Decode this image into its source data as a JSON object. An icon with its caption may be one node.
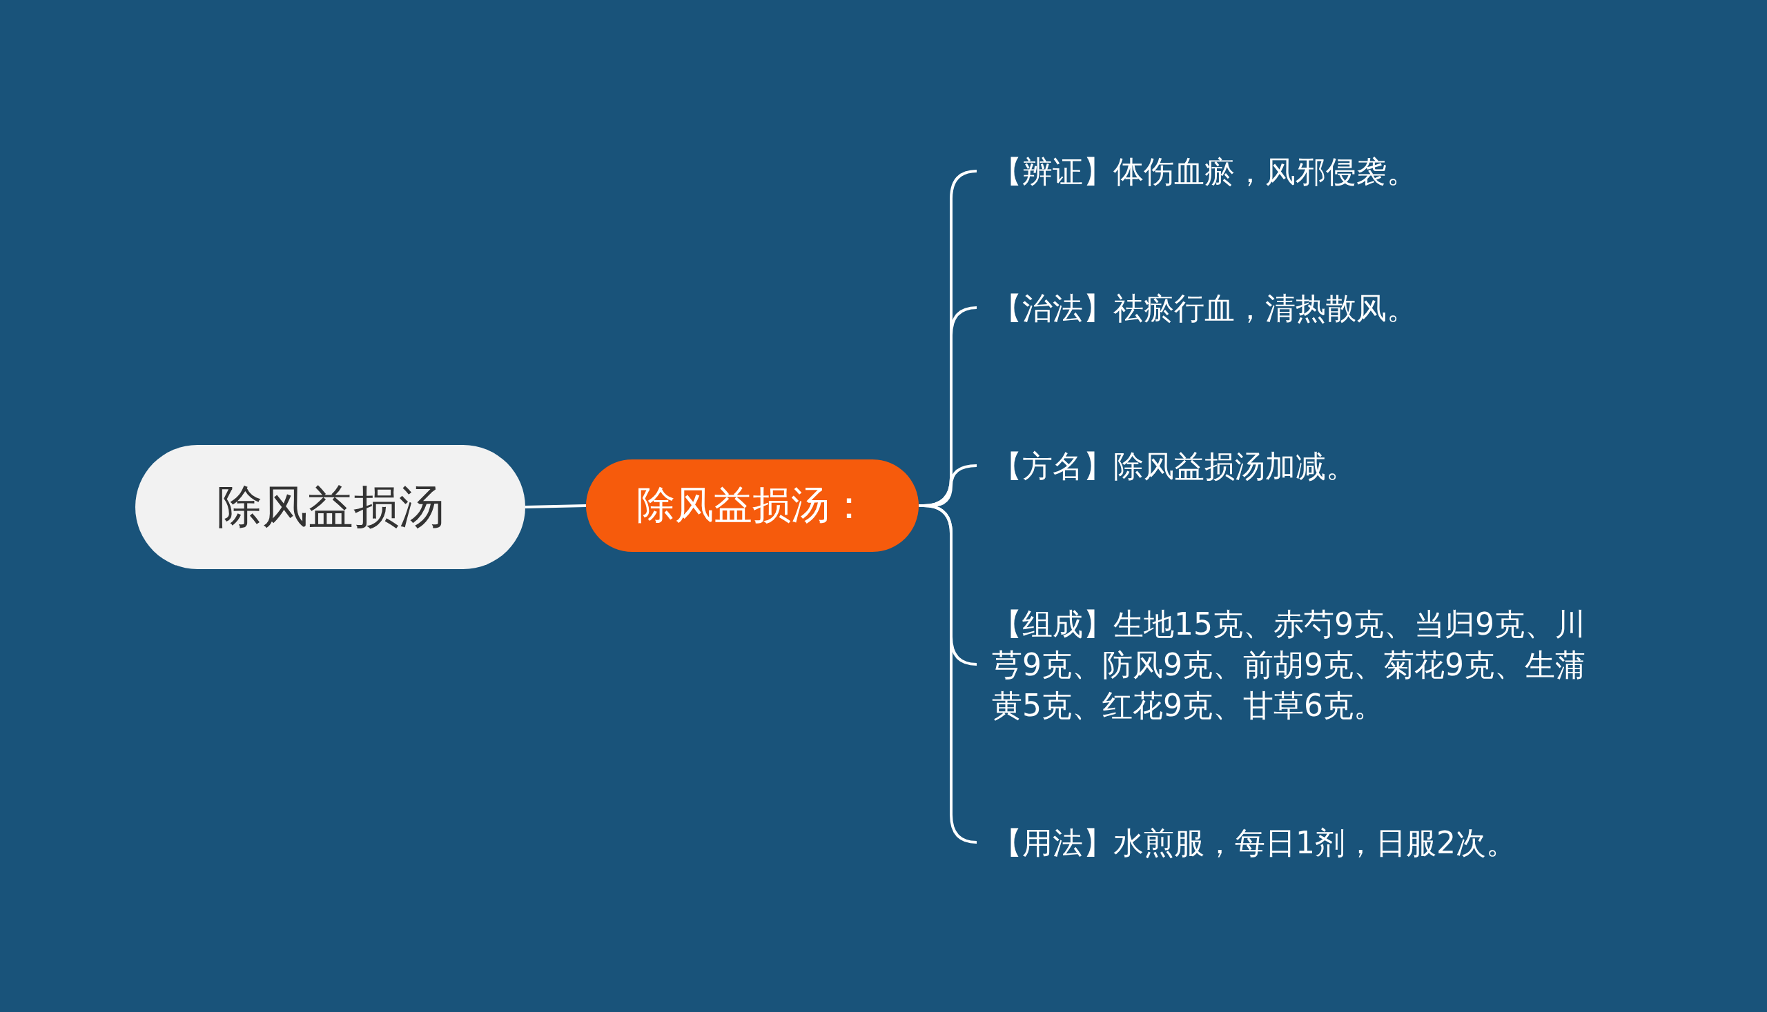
{
  "diagram": {
    "nodes": [
      {
        "text": [
          "除风益损汤"
        ]
      },
      {
        "text": [
          "除风益损汤："
        ]
      },
      {
        "text": [
          "【辨证】体伤血瘀，风邪侵袭。"
        ]
      },
      {
        "text": [
          "【治法】祛瘀行血，清热散风。"
        ]
      },
      {
        "text": [
          "【方名】除风益损汤加减。"
        ]
      },
      {
        "text": [
          "【组成】生地15克、赤芍9克、当归9克、川芎9克、防风9克、前胡9克、菊花9克、生蒲黄5克、红花9克、甘草6克。"
        ]
      },
      {
        "text": [
          "【用法】水煎服，每日1剂，日服2次。"
        ]
      }
    ],
    "edges": [
      {
        "from": 0,
        "to": 1,
        "arrow": "none"
      },
      {
        "from": 1,
        "to": 2,
        "arrow": "none"
      },
      {
        "from": 1,
        "to": 3,
        "arrow": "none"
      },
      {
        "from": 1,
        "to": 4,
        "arrow": "none"
      },
      {
        "from": 1,
        "to": 5,
        "arrow": "none"
      },
      {
        "from": 1,
        "to": 6,
        "arrow": "none"
      }
    ]
  }
}
